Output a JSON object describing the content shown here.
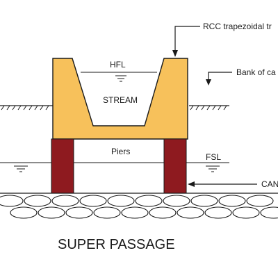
{
  "labels": {
    "rcc": "RCC trapezoidal tr",
    "bank": "Bank of ca",
    "hfl": "HFL",
    "stream": "STREAM",
    "piers": "Piers",
    "fsl": "FSL",
    "canal": "CAN",
    "title": "SUPER PASSAGE"
  },
  "colors": {
    "trough": "#f7c15b",
    "piers": "#8e1a1f",
    "lines": "#1a1a1a",
    "background": "#ffffff"
  }
}
